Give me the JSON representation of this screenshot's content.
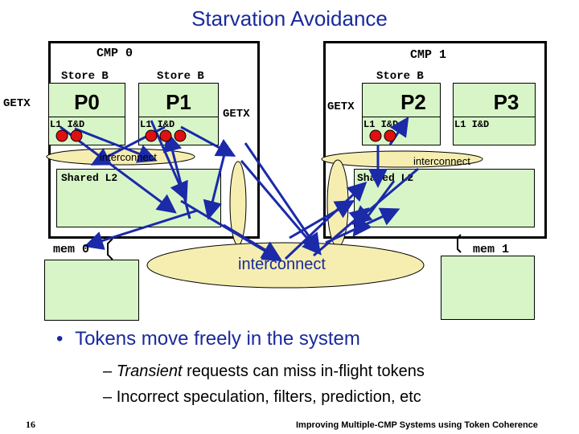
{
  "title": "Starvation Avoidance",
  "cmp0": {
    "label": "CMP 0",
    "p0": {
      "name": "P0",
      "store": "Store B",
      "cache": "L1 I&D"
    },
    "p1": {
      "name": "P1",
      "store": "Store B",
      "cache": "L1 I&D"
    },
    "getx": "GETX",
    "interconnect": "interconnect",
    "l2": "Shared L2",
    "mem": "mem 0"
  },
  "cmp1": {
    "label": "CMP 1",
    "p2": {
      "name": "P2",
      "store": "Store B",
      "cache": "L1 I&D"
    },
    "p3": {
      "name": "P3",
      "cache": "L1 I&D"
    },
    "getx_left": "GETX",
    "getx_p2": "GETX",
    "interconnect": "interconnect",
    "l2": "Shared L2",
    "mem": "mem 1"
  },
  "global_interconnect": "interconnect",
  "bullets": {
    "main": "Tokens move freely in the system",
    "sub1_em": "Transient",
    "sub1_rest": " requests can miss in-flight tokens",
    "sub2": "Incorrect speculation, filters, prediction, etc"
  },
  "footer": {
    "page": "16",
    "text": "Improving Multiple-CMP Systems using Token Coherence"
  },
  "colors": {
    "title": "#1a2a9c",
    "box_fill": "#d8f5c8",
    "arrow": "#1a2aa8",
    "token": "#e01010",
    "ellipse": "#f5eeb0"
  }
}
